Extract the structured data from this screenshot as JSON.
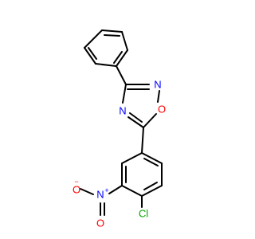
{
  "molecule": {
    "atom_labels": {
      "n_oxadiazole_2": "N",
      "o_oxadiazole": "O",
      "n_oxadiazole_4": "N",
      "n_nitro": "N",
      "o_nitro_minus": "O",
      "o_nitro_double": "O",
      "cl": "Cl"
    },
    "charges": {
      "n_nitro": "+",
      "o_nitro_minus": "−"
    },
    "colors": {
      "bond": "#000000",
      "nitrogen": "#0000ff",
      "oxygen": "#ff0000",
      "chlorine": "#00aa00"
    }
  }
}
